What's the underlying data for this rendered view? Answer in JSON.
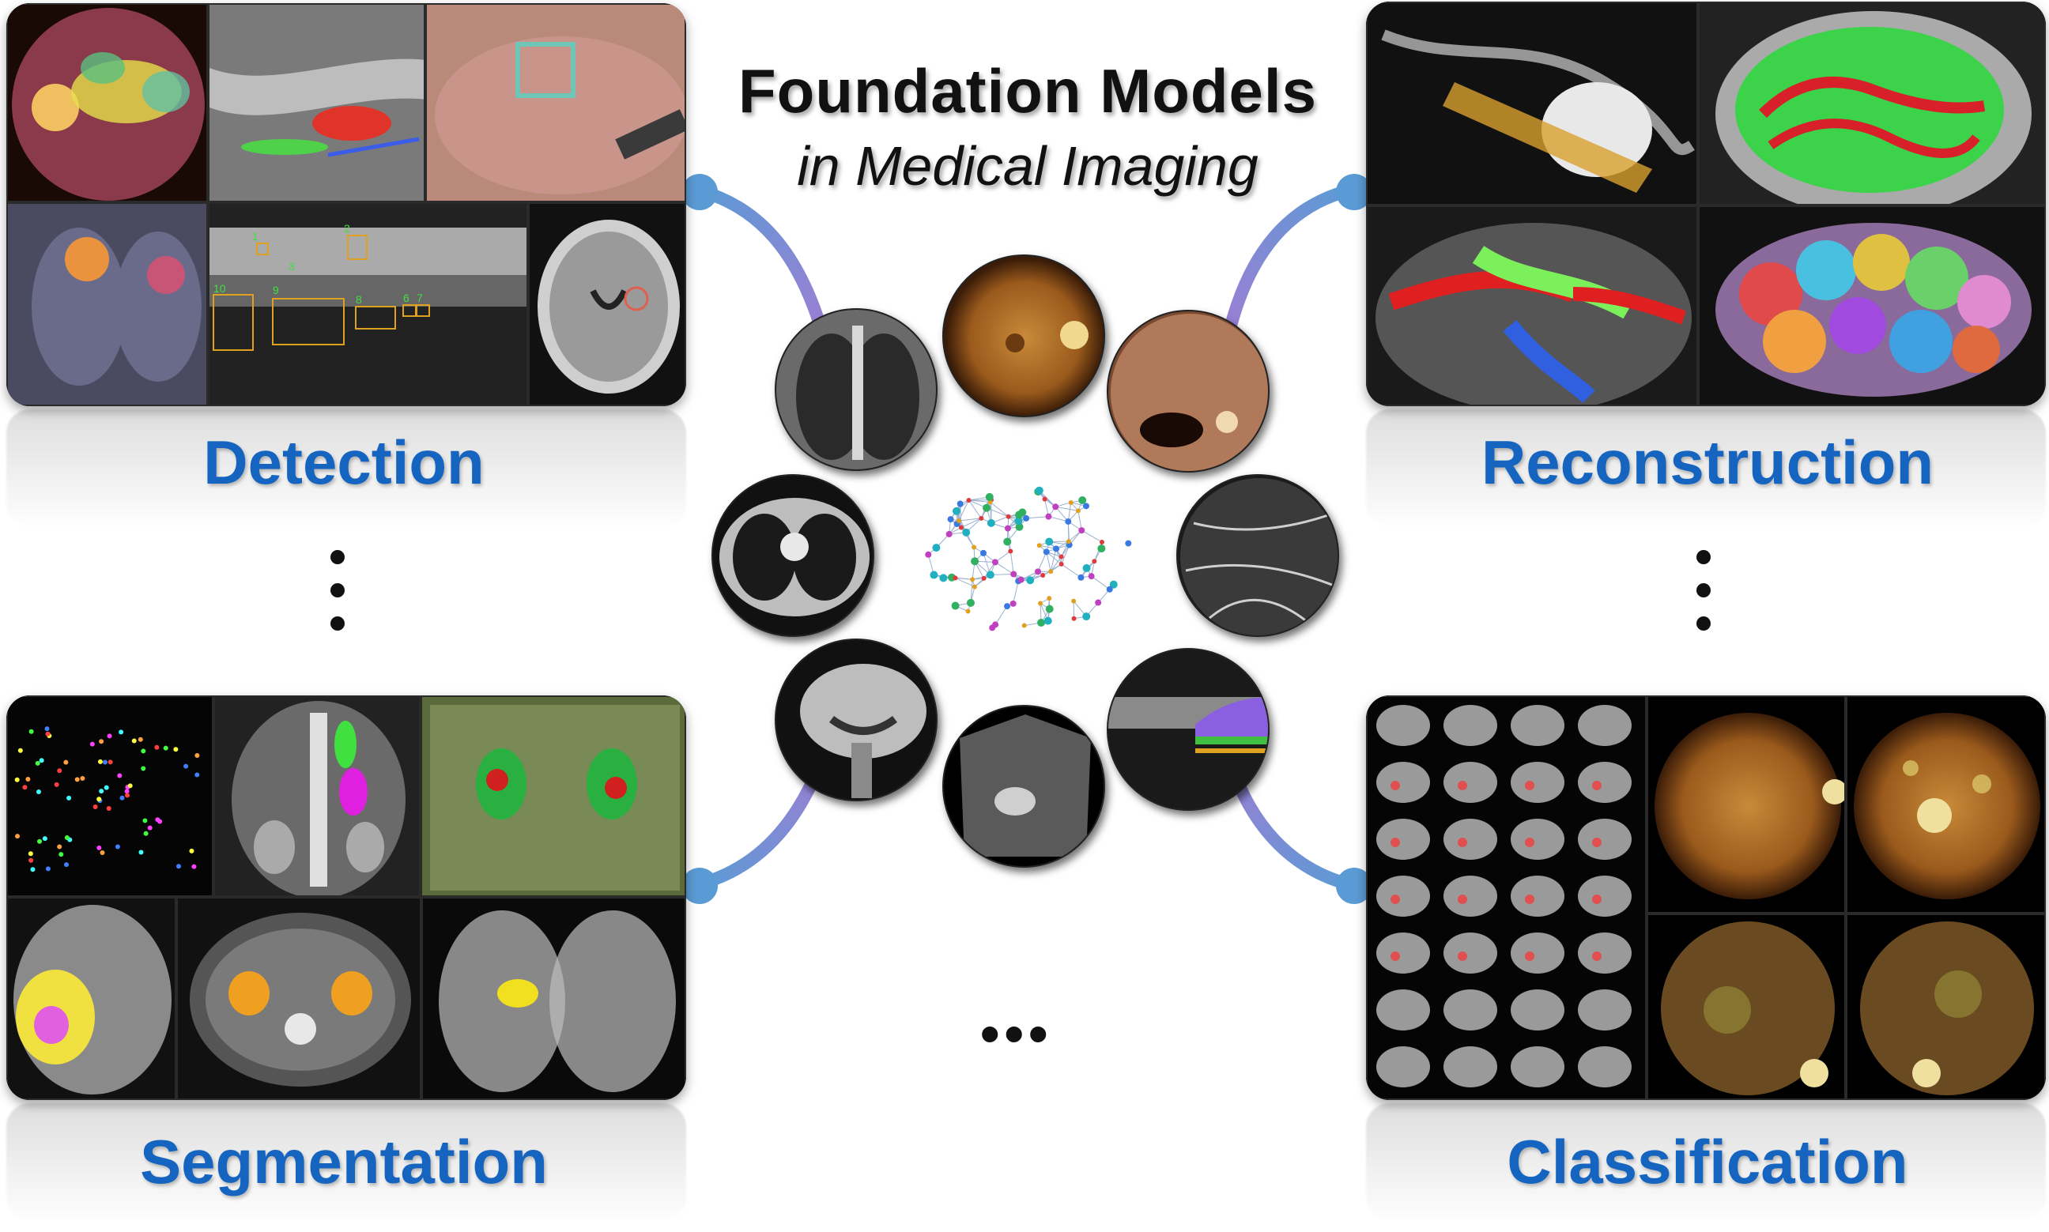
{
  "title": {
    "main": "Foundation Models",
    "sub": "in Medical Imaging"
  },
  "tasks": {
    "detection": "Detection",
    "reconstruction": "Reconstruction",
    "segmentation": "Segmentation",
    "classification": "Classification"
  },
  "ellipsis": "•••",
  "oct_box_labels": [
    "1",
    "2",
    "3",
    "6",
    "7",
    "8",
    "9",
    "10"
  ],
  "colors": {
    "label_blue": "#1565c0",
    "connector_start": "#5b9bd5",
    "connector_end": "#9b7fd4",
    "panel_bg": "#0b0b0b"
  },
  "center_icon": "brain-network-icon",
  "modalities": [
    "chest-xray-icon",
    "fundus-photo-icon",
    "endoscopy-icon",
    "chest-ct-icon",
    "oct-angiography-icon",
    "brain-mri-sagittal-icon",
    "ultrasound-icon",
    "retinal-oct-icon"
  ]
}
